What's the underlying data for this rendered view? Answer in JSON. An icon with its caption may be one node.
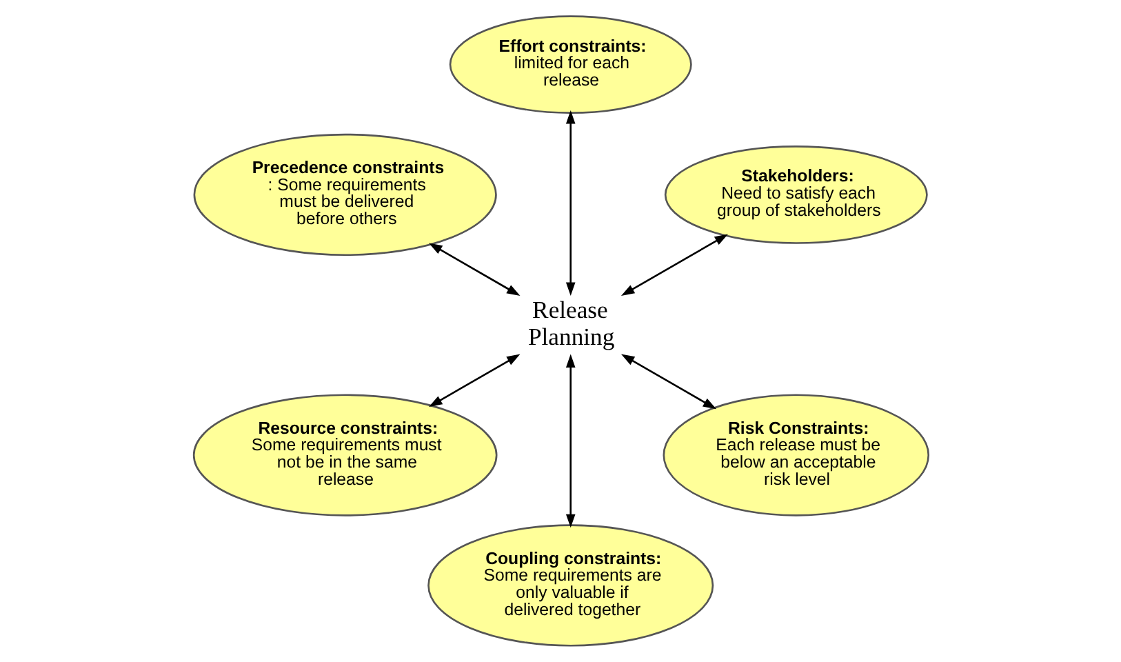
{
  "diagram": {
    "nodes": [
      {
        "text": [
          "**Stakeholders**: Need to satisfy each group of stakeholders"
        ]
      },
      {
        "text": [
          "**Effort constraints**: limited for each release"
        ]
      },
      {
        "text": [
          "**Precedence constraints** : Some requirements must be delivered before others"
        ]
      },
      {
        "text": [
          "**Resource constraints**: Some requirements must not be in the same release"
        ]
      },
      {
        "text": [
          "Release Planning"
        ]
      },
      {
        "text": [
          "**Coupling constraints**: Some requirements are only valuable if delivered together"
        ]
      },
      {
        "text": [
          "**Risk Constraints**: Each release must be below an acceptable risk level"
        ]
      }
    ],
    "edges": [
      {
        "from": 4,
        "to": 0,
        "arrow": "both"
      },
      {
        "from": 4,
        "to": 1,
        "arrow": "both"
      },
      {
        "from": 4,
        "to": 2,
        "arrow": "both"
      },
      {
        "from": 4,
        "to": 3,
        "arrow": "both"
      },
      {
        "from": 4,
        "to": 5,
        "arrow": "both"
      },
      {
        "from": 4,
        "to": 6,
        "arrow": "both"
      }
    ]
  }
}
